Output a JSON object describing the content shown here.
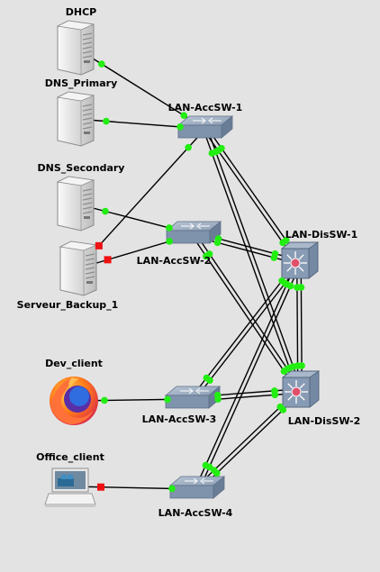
{
  "nodes": [
    {
      "id": "dhcp",
      "label": "DHCP",
      "kind": "server",
      "icon": "server-icon"
    },
    {
      "id": "dns_primary",
      "label": "DNS_Primary",
      "kind": "server",
      "icon": "server-icon"
    },
    {
      "id": "dns_secondary",
      "label": "DNS_Secondary",
      "kind": "server",
      "icon": "server-icon"
    },
    {
      "id": "backup",
      "label": "Serveur_Backup_1",
      "kind": "server",
      "icon": "server-icon"
    },
    {
      "id": "dev_client",
      "label": "Dev_client",
      "kind": "browser",
      "icon": "firefox-icon"
    },
    {
      "id": "office_client",
      "label": "Office_client",
      "kind": "laptop",
      "icon": "laptop-icon"
    },
    {
      "id": "accsw1",
      "label": "LAN-AccSW-1",
      "kind": "switch",
      "icon": "switch-icon"
    },
    {
      "id": "accsw2",
      "label": "LAN-AccSW-2",
      "kind": "switch",
      "icon": "switch-icon"
    },
    {
      "id": "accsw3",
      "label": "LAN-AccSW-3",
      "kind": "switch",
      "icon": "switch-icon"
    },
    {
      "id": "accsw4",
      "label": "LAN-AccSW-4",
      "kind": "switch",
      "icon": "switch-icon"
    },
    {
      "id": "dissw1",
      "label": "LAN-DisSW-1",
      "kind": "l3switch",
      "icon": "multilayer-switch-icon"
    },
    {
      "id": "dissw2",
      "label": "LAN-DisSW-2",
      "kind": "l3switch",
      "icon": "multilayer-switch-icon"
    }
  ],
  "links": [
    {
      "from": "dhcp",
      "to": "accsw1",
      "from_status": "up",
      "to_status": "up"
    },
    {
      "from": "dns_primary",
      "to": "accsw1",
      "from_status": "up",
      "to_status": "up"
    },
    {
      "from": "dns_secondary",
      "to": "accsw2",
      "from_status": "up",
      "to_status": "up"
    },
    {
      "from": "backup",
      "to": "accsw1",
      "from_status": "down",
      "to_status": "up"
    },
    {
      "from": "backup",
      "to": "accsw2",
      "from_status": "down",
      "to_status": "up"
    },
    {
      "from": "dev_client",
      "to": "accsw3",
      "from_status": "up",
      "to_status": "up"
    },
    {
      "from": "office_client",
      "to": "accsw4",
      "from_status": "down",
      "to_status": "up"
    },
    {
      "from": "accsw1",
      "to": "dissw1",
      "from_status": "up",
      "to_status": "up"
    },
    {
      "from": "accsw1",
      "to": "dissw1",
      "from_status": "up",
      "to_status": "up"
    },
    {
      "from": "accsw1",
      "to": "dissw2",
      "from_status": "up",
      "to_status": "up"
    },
    {
      "from": "accsw1",
      "to": "dissw2",
      "from_status": "up",
      "to_status": "up"
    },
    {
      "from": "accsw2",
      "to": "dissw1",
      "from_status": "up",
      "to_status": "up"
    },
    {
      "from": "accsw2",
      "to": "dissw1",
      "from_status": "up",
      "to_status": "up"
    },
    {
      "from": "accsw2",
      "to": "dissw2",
      "from_status": "up",
      "to_status": "up"
    },
    {
      "from": "accsw2",
      "to": "dissw2",
      "from_status": "up",
      "to_status": "up"
    },
    {
      "from": "accsw3",
      "to": "dissw1",
      "from_status": "up",
      "to_status": "up"
    },
    {
      "from": "accsw3",
      "to": "dissw1",
      "from_status": "up",
      "to_status": "up"
    },
    {
      "from": "accsw3",
      "to": "dissw2",
      "from_status": "up",
      "to_status": "up"
    },
    {
      "from": "accsw3",
      "to": "dissw2",
      "from_status": "up",
      "to_status": "up"
    },
    {
      "from": "accsw4",
      "to": "dissw1",
      "from_status": "up",
      "to_status": "up"
    },
    {
      "from": "accsw4",
      "to": "dissw1",
      "from_status": "up",
      "to_status": "up"
    },
    {
      "from": "accsw4",
      "to": "dissw2",
      "from_status": "up",
      "to_status": "up"
    },
    {
      "from": "accsw4",
      "to": "dissw2",
      "from_status": "up",
      "to_status": "up"
    },
    {
      "from": "dissw1",
      "to": "dissw2",
      "from_status": "up",
      "to_status": "up"
    },
    {
      "from": "dissw1",
      "to": "dissw2",
      "from_status": "up",
      "to_status": "up"
    }
  ],
  "colors": {
    "background": "#e3e3e3",
    "link": "#000000",
    "status_up": "#22ee11",
    "status_down": "#ee1111",
    "switch_body": "#7f93ad",
    "switch_top": "#a8b7ca",
    "router_center": "#e0506a"
  }
}
